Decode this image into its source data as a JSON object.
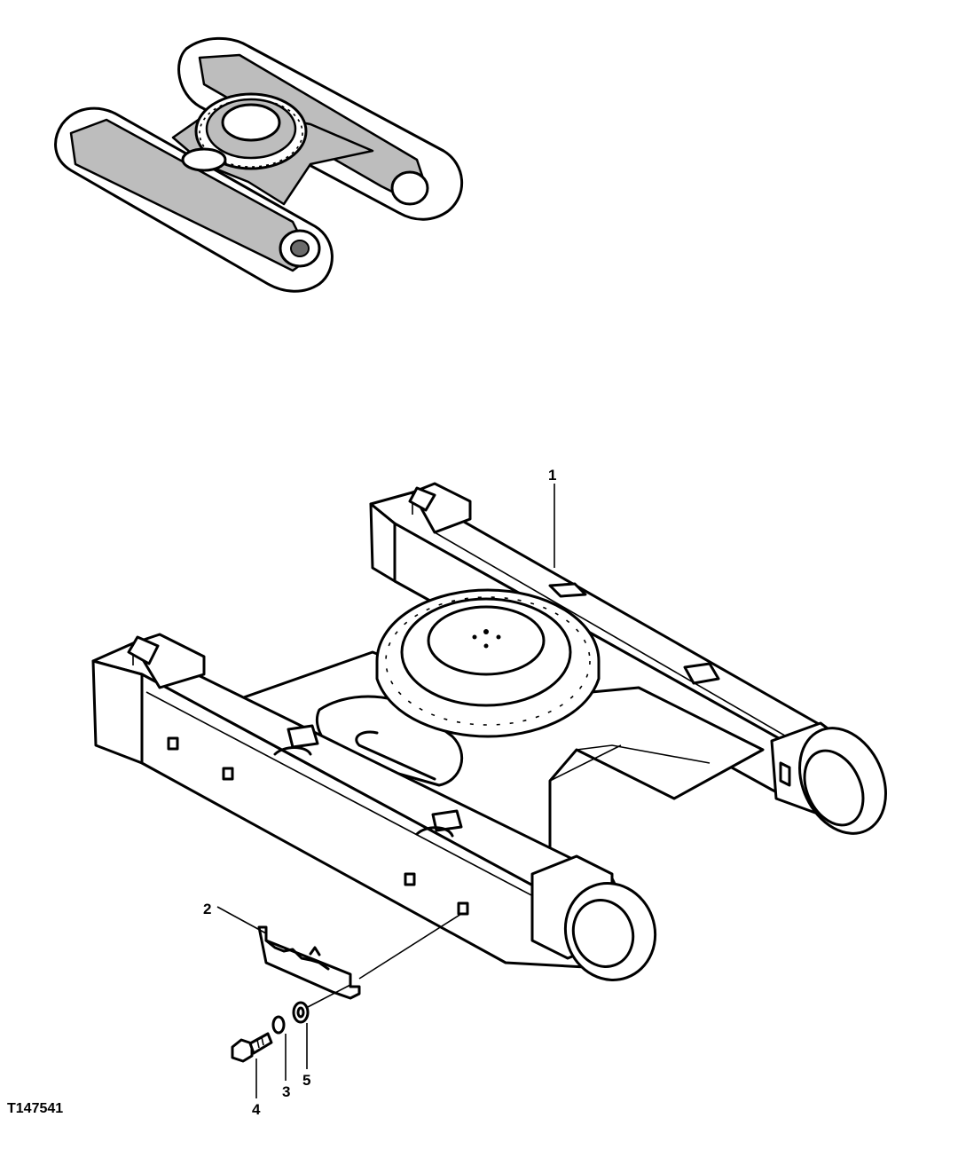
{
  "figure": {
    "id_label": "T147541",
    "callouts": [
      "1",
      "2",
      "3",
      "4",
      "5"
    ]
  }
}
